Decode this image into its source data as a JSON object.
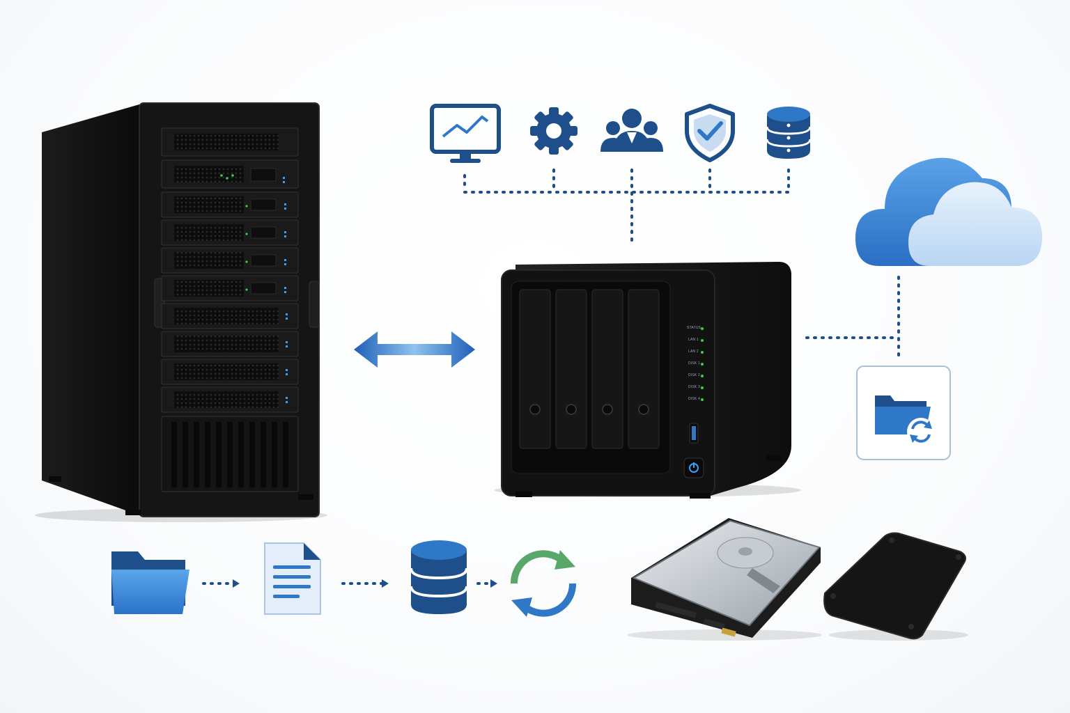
{
  "colors": {
    "navy": "#1e4f8a",
    "blue": "#2f78c8",
    "light_blue": "#6fb0ea",
    "dot": "#1e4f8a",
    "device_black": "#141414",
    "led_green": "#45c84a",
    "led_blue": "#3aa0ff"
  },
  "nas": {
    "led_labels": [
      "STATUS",
      "LAN 1",
      "LAN 2",
      "DISK 1",
      "DISK 2",
      "DISK 3",
      "DISK 4"
    ],
    "bay_count": 4
  },
  "top_icons": [
    "monitor-chart-icon",
    "gear-icon",
    "users-icon",
    "shield-check-icon",
    "database-icon"
  ],
  "bottom_flow": [
    "folder-icon",
    "document-icon",
    "database-icon",
    "sync-icon"
  ],
  "storage_devices": [
    "hard-drive",
    "external-ssd"
  ]
}
